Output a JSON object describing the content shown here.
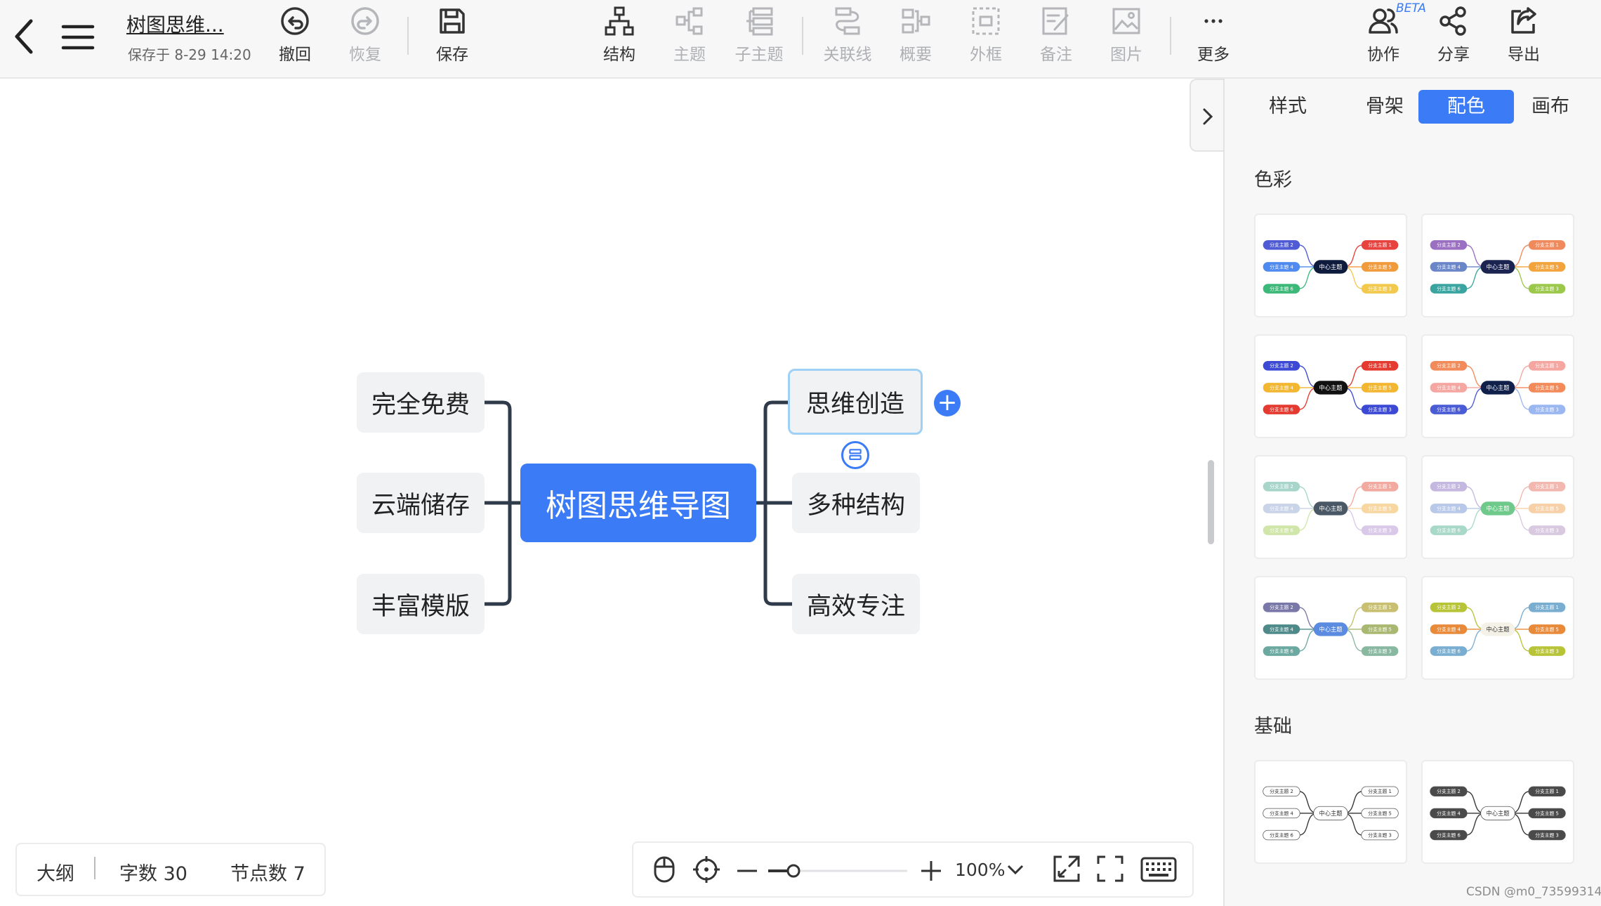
{
  "header": {
    "doc_title": "树图思维...",
    "save_time": "保存于 8-29 14:20",
    "beta": "BETA"
  },
  "toolbar": {
    "undo": "撤回",
    "redo": "恢复",
    "save": "保存",
    "structure": "结构",
    "topic": "主题",
    "subtopic": "子主题",
    "relation": "关联线",
    "summary": "概要",
    "boundary": "外框",
    "note": "备注",
    "image": "图片",
    "more": "更多",
    "collab": "协作",
    "share": "分享",
    "export": "导出"
  },
  "mindmap": {
    "center": "树图思维导图",
    "left": [
      "完全免费",
      "云端储存",
      "丰富模版"
    ],
    "right": [
      "思维创造",
      "多种结构",
      "高效专注"
    ]
  },
  "panel": {
    "tabs": [
      "样式",
      "骨架",
      "配色",
      "画布"
    ],
    "active_tab": "配色",
    "section_color": "色彩",
    "section_basic": "基础",
    "thumb_center": "中心主题",
    "thumb_left": [
      "分支主题 2",
      "分支主题 4",
      "分支主题 6"
    ],
    "thumb_right": [
      "分支主题 1",
      "分支主题 5",
      "分支主题 3"
    ]
  },
  "footer": {
    "outline": "大纲",
    "word_count": "字数 30",
    "node_count": "节点数 7",
    "zoom": "100%"
  },
  "watermark": "CSDN @m0_73599314",
  "colors": {
    "accent": "#3b7bf6",
    "node_bg": "#f1f2f4",
    "connector": "#2f3a4a",
    "selected_border": "#9fd0f5"
  }
}
